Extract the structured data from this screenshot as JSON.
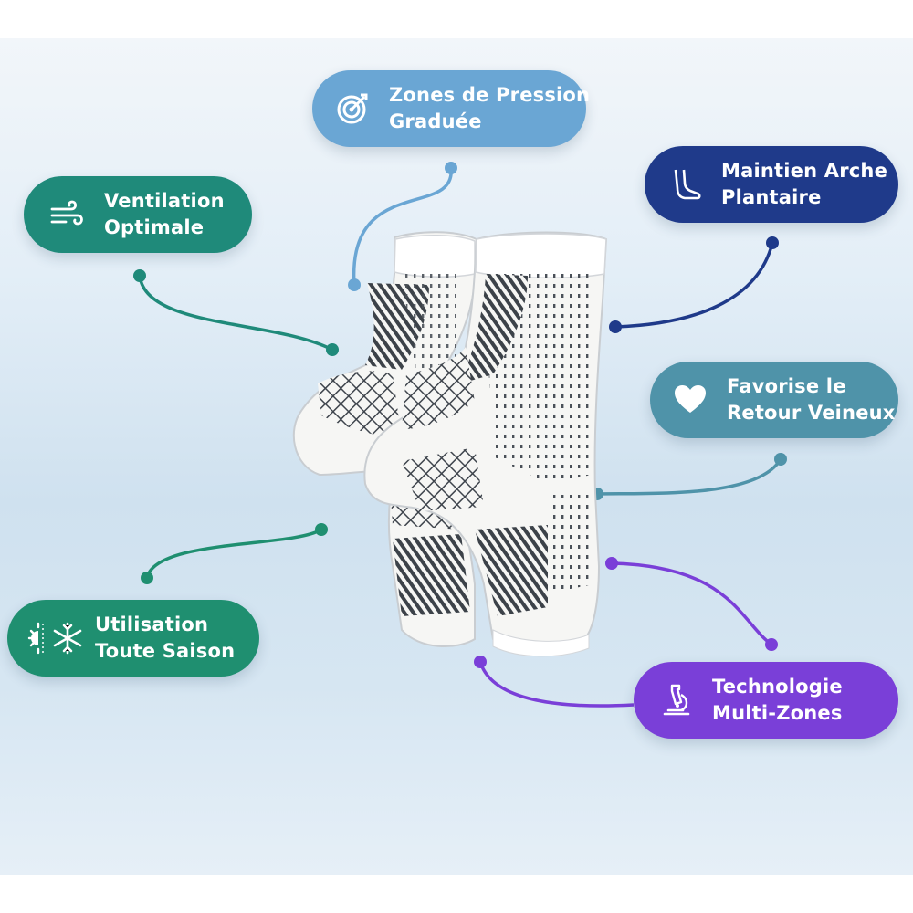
{
  "colors": {
    "pression": "#6aa6d4",
    "arche": "#1f3a8a",
    "ventilation": "#1f8a7a",
    "veineux": "#4f93a9",
    "saison": "#1f8f70",
    "multizones": "#7a3fd8",
    "sock_body": "#f6f6f4",
    "sock_pattern": "#444a52"
  },
  "features": {
    "pression": {
      "line1": "Zones de Pression",
      "line2": "Graduée",
      "icon": "target-icon"
    },
    "arche": {
      "line1": "Maintien Arche",
      "line2": "Plantaire",
      "icon": "foot-icon"
    },
    "ventilation": {
      "line1": "Ventilation",
      "line2": "Optimale",
      "icon": "wind-icon"
    },
    "veineux": {
      "line1": "Favorise le",
      "line2": "Retour Veineux",
      "icon": "heart-icon"
    },
    "saison": {
      "line1": "Utilisation",
      "line2": "Toute Saison",
      "icon": "sun-snowflake-icon"
    },
    "multizones": {
      "line1": "Technologie",
      "line2": "Multi-Zones",
      "icon": "microscope-icon"
    }
  }
}
